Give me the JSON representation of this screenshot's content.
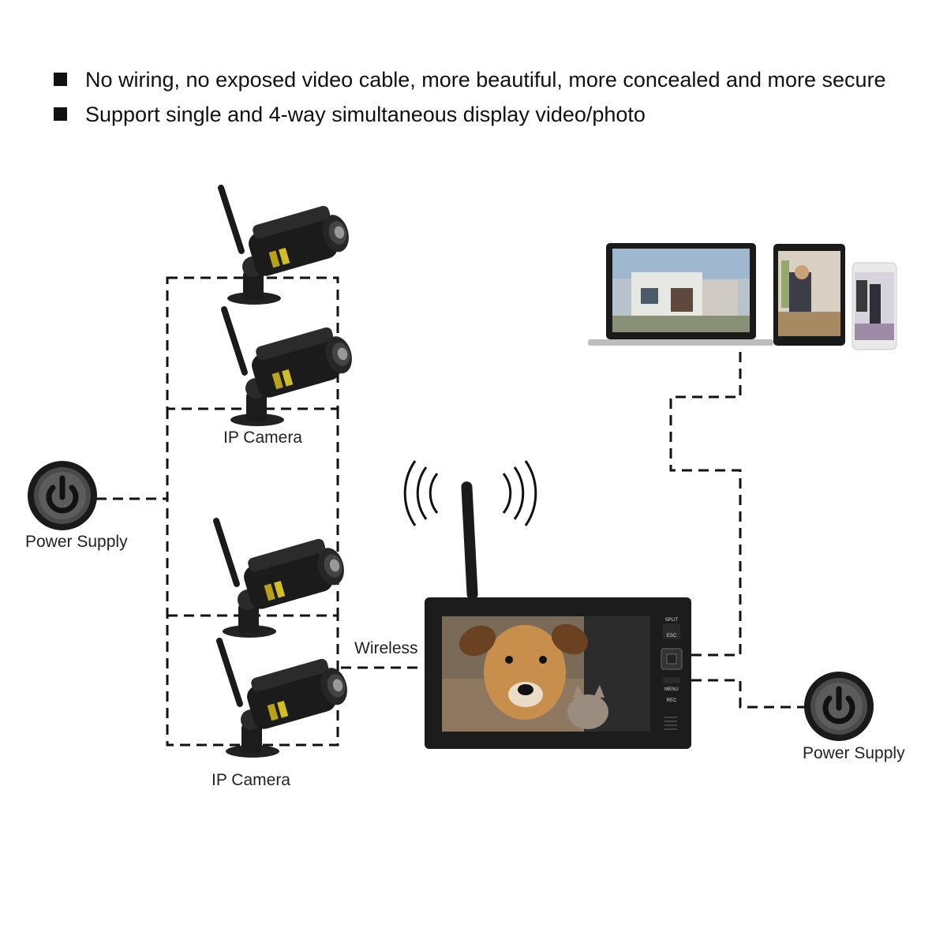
{
  "bullets": [
    "No wiring, no exposed video cable, more beautiful, more concealed and more secure",
    "Support single and 4-way simultaneous display video/photo"
  ],
  "labels": {
    "ip_camera_top": "IP Camera",
    "ip_camera_bottom": "IP Camera",
    "power_supply_left": "Power Supply",
    "power_supply_right": "Power Supply",
    "wireless": "Wireless"
  },
  "monitor_buttons": [
    "SPLIT",
    "ESC",
    "MENU",
    "REC"
  ],
  "icons": [
    "camera-icon",
    "power-icon",
    "wifi-signal-icon",
    "laptop-icon",
    "tablet-icon",
    "phone-icon",
    "monitor-icon"
  ]
}
